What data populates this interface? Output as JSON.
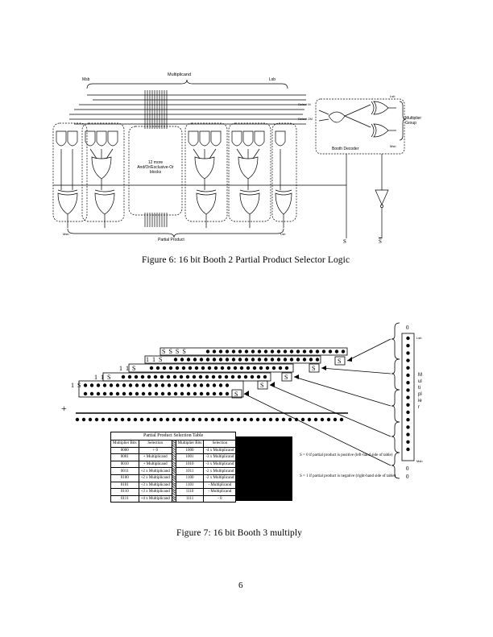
{
  "fig6": {
    "multiplicand_label": "Multiplicand",
    "msb_top": "Msb",
    "lsb_top": "Lsb",
    "blocks_label": "12 more And/Or/Exclusive-Or blocks",
    "select_m": "Select M",
    "select_2m": "Select 2M",
    "lsb_right": "Lsb",
    "msb_right": "Msb",
    "multiplier_group": "Multiplier Group",
    "booth_decoder": "Booth Decoder",
    "msb_bottom": "Msb",
    "lsb_bottom": "Lsb",
    "partial_product": "Partial Product",
    "s_label": "S",
    "s_bar_label": "S",
    "caption": "Figure 6: 16 bit Booth 2 Partial Product Selector Logic"
  },
  "fig7": {
    "row_prefixes": [
      "S S S S",
      "1 1 S",
      "1 1 S",
      "1 1 S",
      "1 S"
    ],
    "s_tag": "S",
    "plus_sign": "+",
    "multiplier_zero_top": "0",
    "multiplier_zero_bottom1": "0",
    "multiplier_zero_bottom2": "0",
    "lsb": "Lsb",
    "msb": "Msb",
    "multiplier_vertical": "Multiplier",
    "table": {
      "title": "Partial Product Selection Table",
      "headers": [
        "Multiplier Bits",
        "Selection",
        "Multiplier Bits",
        "Selection"
      ],
      "rows": [
        [
          "0000",
          "+ 0",
          "1000",
          "-4 x Multiplicand"
        ],
        [
          "0001",
          "+ Multiplicand",
          "1001",
          "-3 x Multiplicand"
        ],
        [
          "0010",
          "+ Multiplicand",
          "1010",
          "-3 x Multiplicand"
        ],
        [
          "0011",
          "+2 x Multiplicand",
          "1011",
          "-2 x Multiplicand"
        ],
        [
          "0100",
          "+2 x Multiplicand",
          "1100",
          "-2 x Multiplicand"
        ],
        [
          "0101",
          "+3 x Multiplicand",
          "1101",
          "- Multiplicand"
        ],
        [
          "0110",
          "+3 x Multiplicand",
          "1110",
          "- Multiplicand"
        ],
        [
          "0111",
          "+4 x Multiplicand",
          "1111",
          "- 0"
        ]
      ]
    },
    "note_positive": "S = 0 if partial product is positive (left-hand side of table)",
    "note_negative": "S = 1 if partial product is negative (right-hand side of table)",
    "caption": "Figure 7: 16 bit Booth 3 multiply"
  },
  "page_number": "6"
}
